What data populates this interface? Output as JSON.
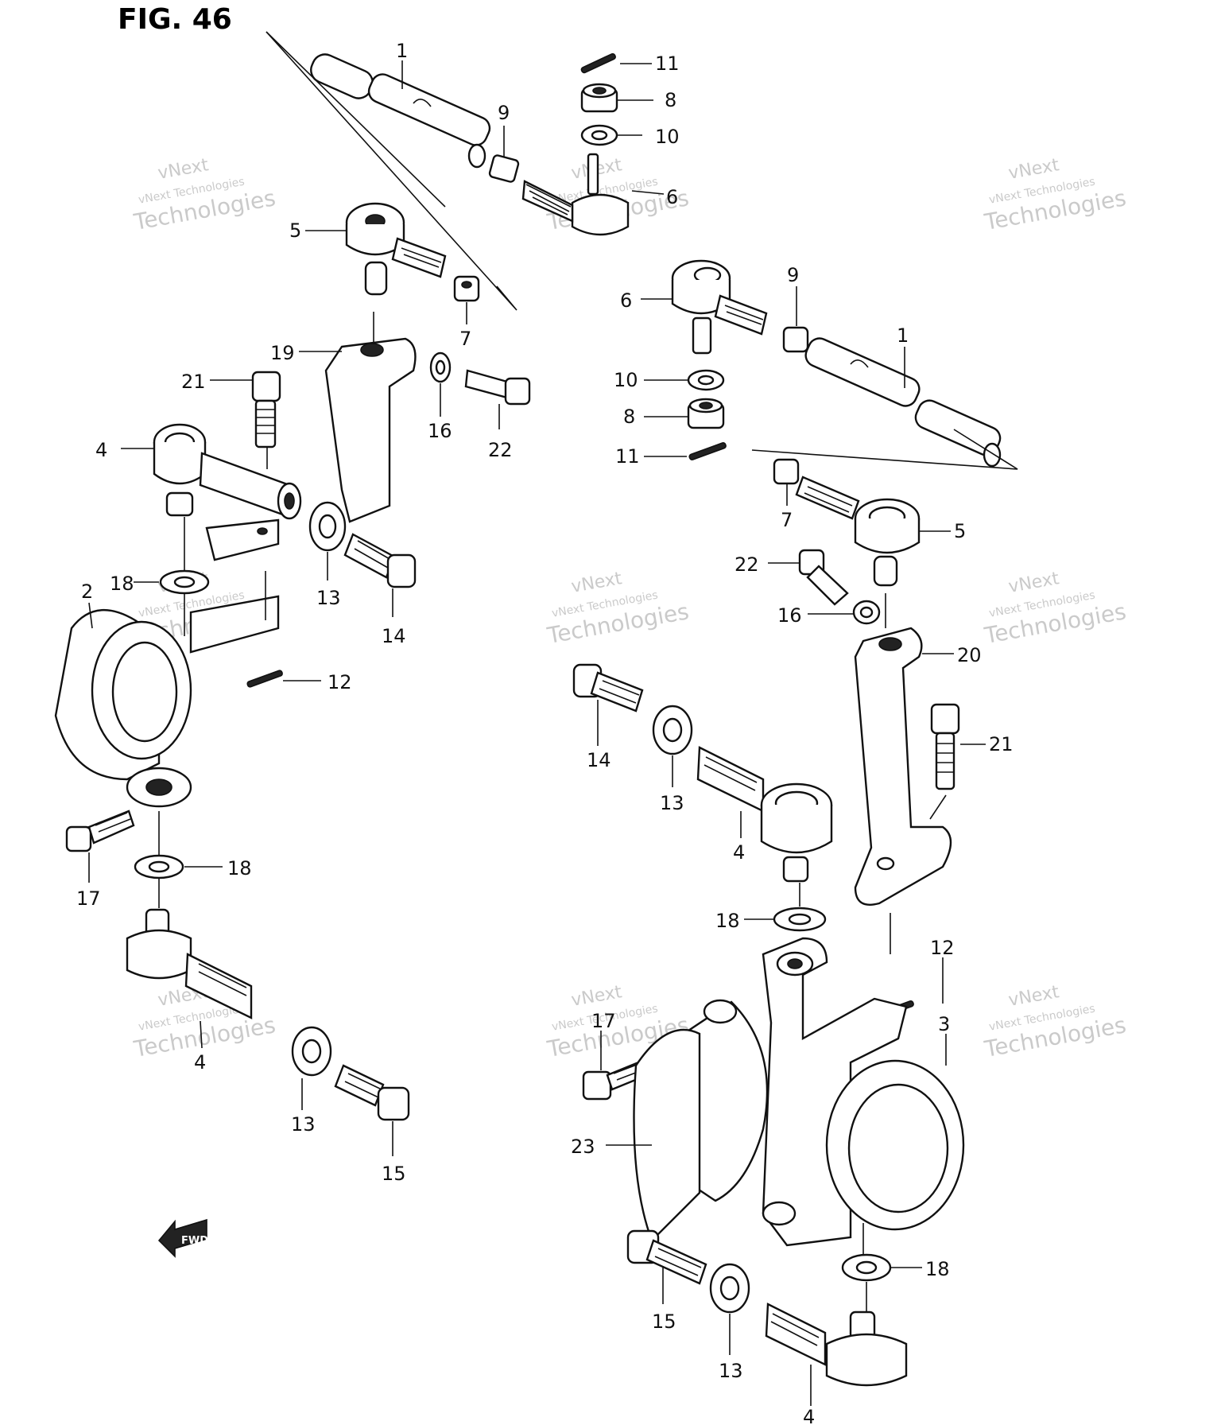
{
  "figure_title": "FIG. 46",
  "fwd_label": "FWD",
  "watermark": {
    "line1": "vNext",
    "line2": "vNext Technologies",
    "line3": "Technologies"
  },
  "callouts": [
    {
      "id": "c1a",
      "label": "1"
    },
    {
      "id": "c11a",
      "label": "11"
    },
    {
      "id": "c8a",
      "label": "8"
    },
    {
      "id": "c10a",
      "label": "10"
    },
    {
      "id": "c9a",
      "label": "9"
    },
    {
      "id": "c6a",
      "label": "6"
    },
    {
      "id": "c5a",
      "label": "5"
    },
    {
      "id": "c7a",
      "label": "7"
    },
    {
      "id": "c19",
      "label": "19"
    },
    {
      "id": "c21a",
      "label": "21"
    },
    {
      "id": "c16a",
      "label": "16"
    },
    {
      "id": "c22a",
      "label": "22"
    },
    {
      "id": "c4a",
      "label": "4"
    },
    {
      "id": "c18a",
      "label": "18"
    },
    {
      "id": "c13a",
      "label": "13"
    },
    {
      "id": "c14a",
      "label": "14"
    },
    {
      "id": "c2",
      "label": "2"
    },
    {
      "id": "c12a",
      "label": "12"
    },
    {
      "id": "c17a",
      "label": "17"
    },
    {
      "id": "c18b",
      "label": "18"
    },
    {
      "id": "c4b",
      "label": "4"
    },
    {
      "id": "c13b",
      "label": "13"
    },
    {
      "id": "c15a",
      "label": "15"
    },
    {
      "id": "c6b",
      "label": "6"
    },
    {
      "id": "c9b",
      "label": "9"
    },
    {
      "id": "c1b",
      "label": "1"
    },
    {
      "id": "c10b",
      "label": "10"
    },
    {
      "id": "c8b",
      "label": "8"
    },
    {
      "id": "c11b",
      "label": "11"
    },
    {
      "id": "c7b",
      "label": "7"
    },
    {
      "id": "c5b",
      "label": "5"
    },
    {
      "id": "c22b",
      "label": "22"
    },
    {
      "id": "c16b",
      "label": "16"
    },
    {
      "id": "c20",
      "label": "20"
    },
    {
      "id": "c14b",
      "label": "14"
    },
    {
      "id": "c13c",
      "label": "13"
    },
    {
      "id": "c4c",
      "label": "4"
    },
    {
      "id": "c21b",
      "label": "21"
    },
    {
      "id": "c18c",
      "label": "18"
    },
    {
      "id": "c12b",
      "label": "12"
    },
    {
      "id": "c17b",
      "label": "17"
    },
    {
      "id": "c3",
      "label": "3"
    },
    {
      "id": "c23",
      "label": "23"
    },
    {
      "id": "c18d",
      "label": "18"
    },
    {
      "id": "c15b",
      "label": "15"
    },
    {
      "id": "c13d",
      "label": "13"
    },
    {
      "id": "c4d",
      "label": "4"
    }
  ]
}
